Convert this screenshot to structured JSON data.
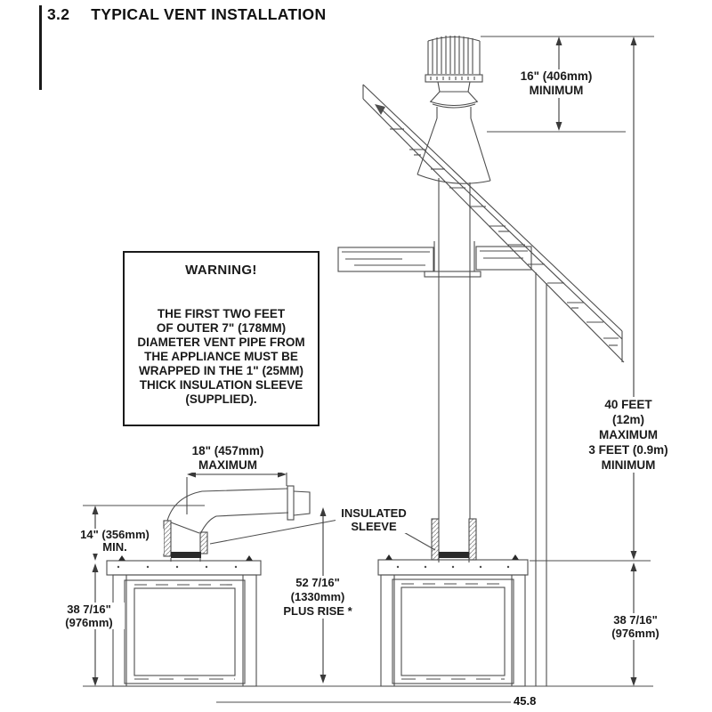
{
  "page": {
    "section_number": "3.2",
    "section_title": "TYPICAL VENT INSTALLATION",
    "page_number": "45.8"
  },
  "warning_box": {
    "title": "WARNING!",
    "lines": [
      "THE FIRST TWO FEET",
      "OF OUTER 7\" (178MM)",
      "DIAMETER VENT PIPE FROM",
      "THE APPLIANCE MUST BE",
      "WRAPPED IN THE 1\" (25MM)",
      "THICK INSULATION SLEEVE",
      "(SUPPLIED)."
    ]
  },
  "labels": {
    "cap_clearance": {
      "lines": [
        "16\" (406mm)",
        "MINIMUM"
      ]
    },
    "vent_height": {
      "lines": [
        "40 FEET",
        "(12m)",
        "MAXIMUM",
        "3 FEET (0.9m)",
        "MINIMUM"
      ]
    },
    "horizontal_run": {
      "lines": [
        "18\" (457mm)",
        "MAXIMUM"
      ]
    },
    "min_rise": {
      "lines": [
        "14\" (356mm)",
        "MIN."
      ]
    },
    "appliance_height_left": {
      "lines": [
        "38 7/16\"",
        "(976mm)"
      ]
    },
    "appliance_height_right": {
      "lines": [
        "38 7/16\"",
        "(976mm)"
      ]
    },
    "height_plus_rise": {
      "lines": [
        "52 7/16\"",
        "(1330mm)",
        "PLUS RISE *"
      ]
    },
    "insulated_sleeve": {
      "lines": [
        "INSULATED",
        "SLEEVE"
      ]
    }
  },
  "colors": {
    "text": "#1a1a1a",
    "diagram_line": "#4d4d4d",
    "dimension_line": "#3a3a3a",
    "background": "#ffffff"
  }
}
